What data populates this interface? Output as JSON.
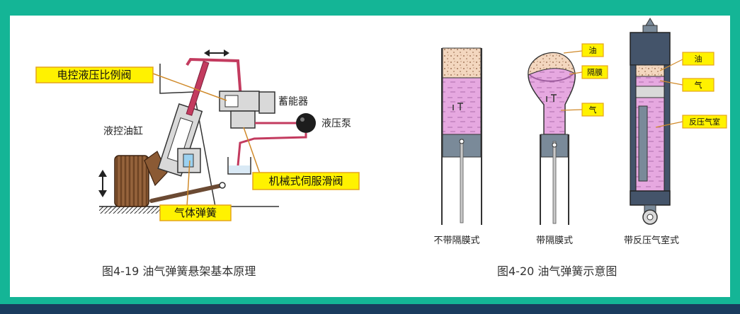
{
  "fig19": {
    "labels": {
      "proportional_valve": "电控液压比例阀",
      "accumulator": "蓄能器",
      "hydraulic_cylinder": "液控油缸",
      "hydraulic_pump": "液压泵",
      "servo_valve": "机械式伺服滑阀",
      "gas_spring": "气体弹簧"
    },
    "caption": "图4-19  油气弹簧悬架基本原理"
  },
  "fig20": {
    "tags": {
      "oil_a": "油",
      "diaphragm": "隔膜",
      "gas_a": "气",
      "oil_b": "油",
      "gas_b": "气",
      "counter_chamber": "反压气室"
    },
    "types": [
      "不带隔膜式",
      "带隔膜式",
      "带反压气室式"
    ],
    "caption": "图4-20  油气弹簧示意图"
  },
  "colors": {
    "frame": "#14b596",
    "label_fill": "#fff200",
    "label_border": "#e5a51a",
    "oil": "#f3d7bf",
    "gas": "#e6a8e0",
    "pipe": "#c33b5f"
  }
}
